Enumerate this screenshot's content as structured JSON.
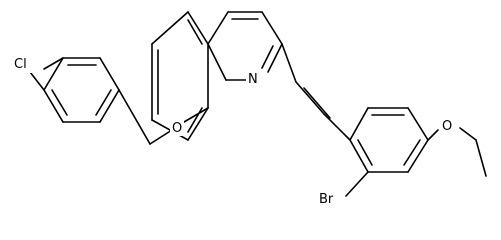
{
  "molecule": {
    "atoms": {
      "cl": "Cl",
      "o_benzyloxy": "O",
      "n_quinoline": "N",
      "br": "Br",
      "o_ethoxy": "O"
    }
  },
  "colors": {
    "bond": "#000000",
    "background": "#ffffff",
    "label": "#000000"
  }
}
